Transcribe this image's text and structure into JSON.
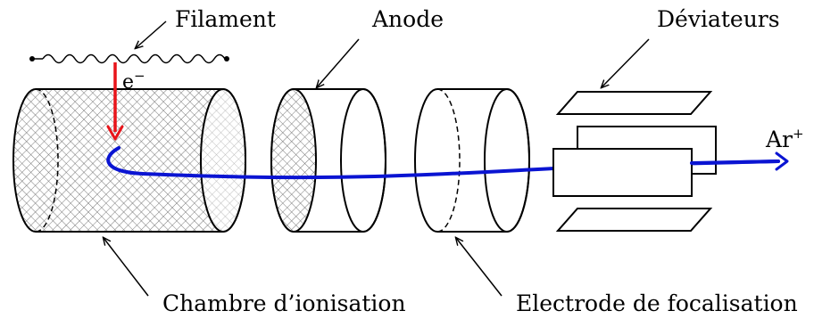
{
  "labels": {
    "filament": "Filament",
    "anode": "Anode",
    "deviateurs": "Déviateurs",
    "chambre": "Chambre d’ionisation",
    "electrode": "Electrode de focalisation",
    "electron": "e",
    "electron_sup": "−",
    "ion": "Ar",
    "ion_sup": "+"
  },
  "colors": {
    "electron_path": "#e8141a",
    "ion_beam": "#0a14d2",
    "outline": "#000000",
    "hatch": "#5a5a5a"
  }
}
